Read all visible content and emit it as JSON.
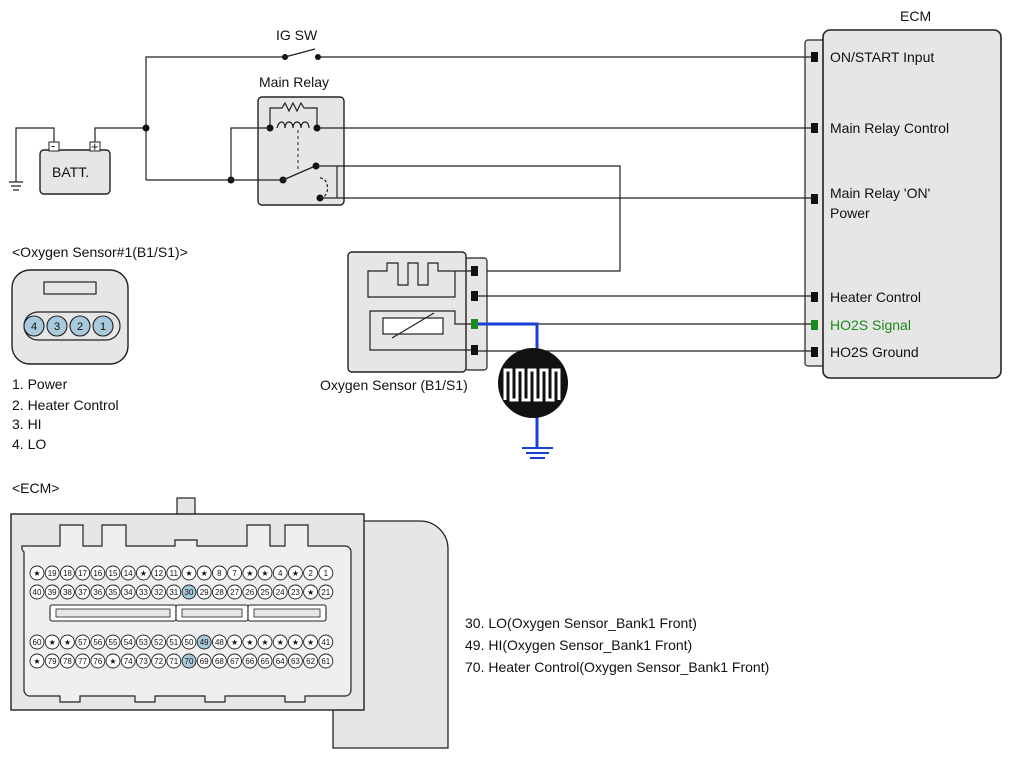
{
  "colors": {
    "wire": "#222222",
    "signal_wire": "#1a3fd6",
    "signal_text": "#1a8a1a",
    "component_fill": "#e6e6e6",
    "highlight_pin": "#a9c9dc"
  },
  "labels": {
    "ig_sw": "IG SW",
    "main_relay": "Main Relay",
    "ecm": "ECM",
    "batt": "BATT.",
    "batt_minus": "-",
    "batt_plus": "+",
    "oxygen_sensor": "Oxygen Sensor (B1/S1)"
  },
  "ecm_inputs": {
    "on_start": "ON/START Input",
    "main_relay_control": "Main Relay Control",
    "main_relay_on_line1": "Main Relay 'ON'",
    "main_relay_on_line2": "Power",
    "heater_control": "Heater Control",
    "ho2s_signal": "HO2S  Signal",
    "ho2s_ground": "HO2S  Ground"
  },
  "oxygen_connector": {
    "title": "<Oxygen Sensor#1(B1/S1)>",
    "pins": [
      "4",
      "3",
      "2",
      "1"
    ],
    "legend": [
      "1. Power",
      "2. Heater Control",
      "3. HI",
      "4. LO"
    ]
  },
  "ecm_connector": {
    "title": "<ECM>",
    "star": "★",
    "row1": [
      "★",
      "19",
      "18",
      "17",
      "16",
      "15",
      "14",
      "★",
      "12",
      "11",
      "★",
      "★",
      "8",
      "7",
      "★",
      "★",
      "4",
      "★",
      "2",
      "1"
    ],
    "row2": [
      "40",
      "39",
      "38",
      "37",
      "36",
      "35",
      "34",
      "33",
      "32",
      "31",
      "30",
      "29",
      "28",
      "27",
      "26",
      "25",
      "24",
      "23",
      "★",
      "21"
    ],
    "row3": [
      "60",
      "★",
      "★",
      "57",
      "56",
      "55",
      "54",
      "53",
      "52",
      "51",
      "50",
      "49",
      "48",
      "★",
      "★",
      "★",
      "★",
      "★",
      "★",
      "41"
    ],
    "row4": [
      "★",
      "79",
      "78",
      "77",
      "76",
      "★",
      "74",
      "73",
      "72",
      "71",
      "70",
      "69",
      "68",
      "67",
      "66",
      "65",
      "64",
      "63",
      "62",
      "61"
    ],
    "highlighted": [
      "30",
      "49",
      "70"
    ],
    "legend": [
      "30. LO(Oxygen Sensor_Bank1 Front)",
      "49. HI(Oxygen Sensor_Bank1 Front)",
      "70. Heater Control(Oxygen Sensor_Bank1 Front)"
    ]
  }
}
